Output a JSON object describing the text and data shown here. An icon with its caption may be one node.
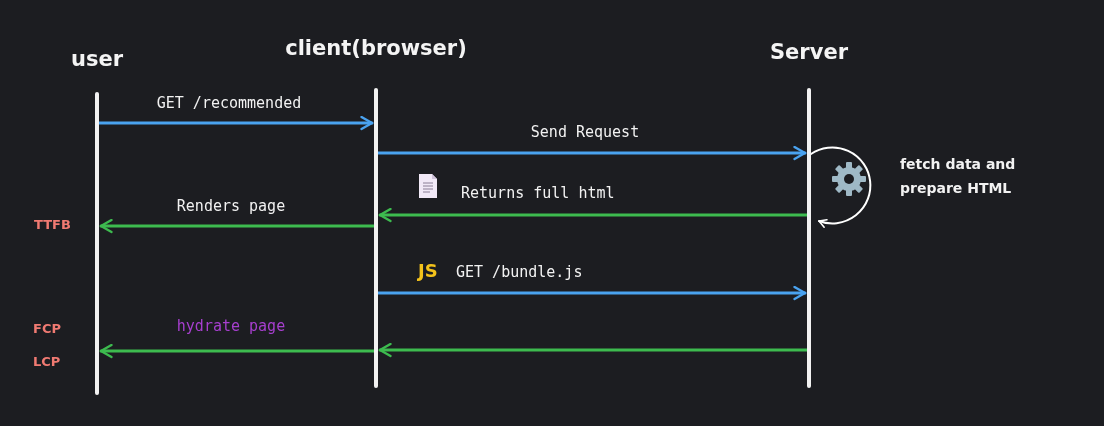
{
  "diagram": {
    "nodes": [
      {
        "text": [
          "user"
        ]
      },
      {
        "text": [
          "client(browser)"
        ]
      },
      {
        "text": [
          "Server"
        ]
      }
    ],
    "edges": [
      {
        "from": 0,
        "to": 1,
        "arrow": "to",
        "label": "GET /recommended",
        "color": "#4aa3f0"
      },
      {
        "from": 1,
        "to": 2,
        "arrow": "to",
        "label": "Send Request",
        "color": "#4aa3f0"
      },
      {
        "from": 2,
        "to": 2,
        "arrow": "to",
        "label": "fetch data and prepare HTML",
        "color": "#ffffff"
      },
      {
        "from": 2,
        "to": 1,
        "arrow": "to",
        "label": "Returns full html",
        "color": "#3dbb4f"
      },
      {
        "from": 1,
        "to": 0,
        "arrow": "to",
        "label": "Renders page",
        "color": "#3dbb4f"
      },
      {
        "from": 1,
        "to": 2,
        "arrow": "to",
        "label": "GET /bundle.js",
        "color": "#4aa3f0"
      },
      {
        "from": 2,
        "to": 1,
        "arrow": "to",
        "color": "#3dbb4f"
      },
      {
        "from": 1,
        "to": 0,
        "arrow": "to",
        "label": "hydrate page",
        "color": "#3dbb4f"
      }
    ],
    "labels": [
      "TTFB",
      "JS",
      "FCP",
      "LCP"
    ]
  }
}
